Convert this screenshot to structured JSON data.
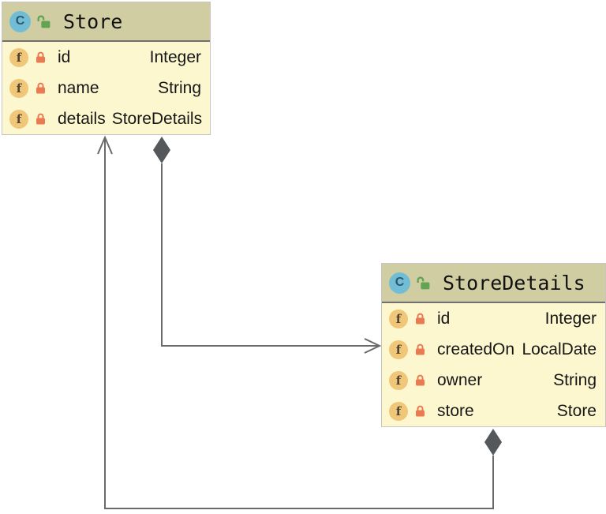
{
  "diagram": {
    "classes": [
      {
        "name": "Store",
        "fields": [
          {
            "name": "id",
            "type": "Integer"
          },
          {
            "name": "name",
            "type": "String"
          },
          {
            "name": "details",
            "type": "StoreDetails"
          }
        ]
      },
      {
        "name": "StoreDetails",
        "fields": [
          {
            "name": "id",
            "type": "Integer"
          },
          {
            "name": "createdOn",
            "type": "LocalDate"
          },
          {
            "name": "owner",
            "type": "String"
          },
          {
            "name": "store",
            "type": "Store"
          }
        ]
      }
    ],
    "relationships": [
      {
        "from": "Store",
        "to": "StoreDetails",
        "source_marker": "filled-diamond",
        "target_marker": "open-arrow"
      },
      {
        "from": "StoreDetails",
        "to": "Store",
        "source_marker": "filled-diamond",
        "target_marker": "open-arrow"
      }
    ]
  },
  "icons": {
    "class_letter": "C",
    "field_letter": "f",
    "class_lock": "unlocked-icon",
    "field_lock": "locked-icon"
  },
  "colors": {
    "header_bg": "#D0CDA2",
    "body_bg": "#FCF7CE",
    "box_border": "#C5C5C5",
    "header_divider": "#6F7072",
    "connector": "#6A6A6A",
    "diamond": "#54585B",
    "class_icon_bg": "#72BDD6",
    "unlocked_icon": "#63A453",
    "field_icon_bg": "#F0C678",
    "locked_icon": "#EA7A51",
    "text": "#161616"
  }
}
